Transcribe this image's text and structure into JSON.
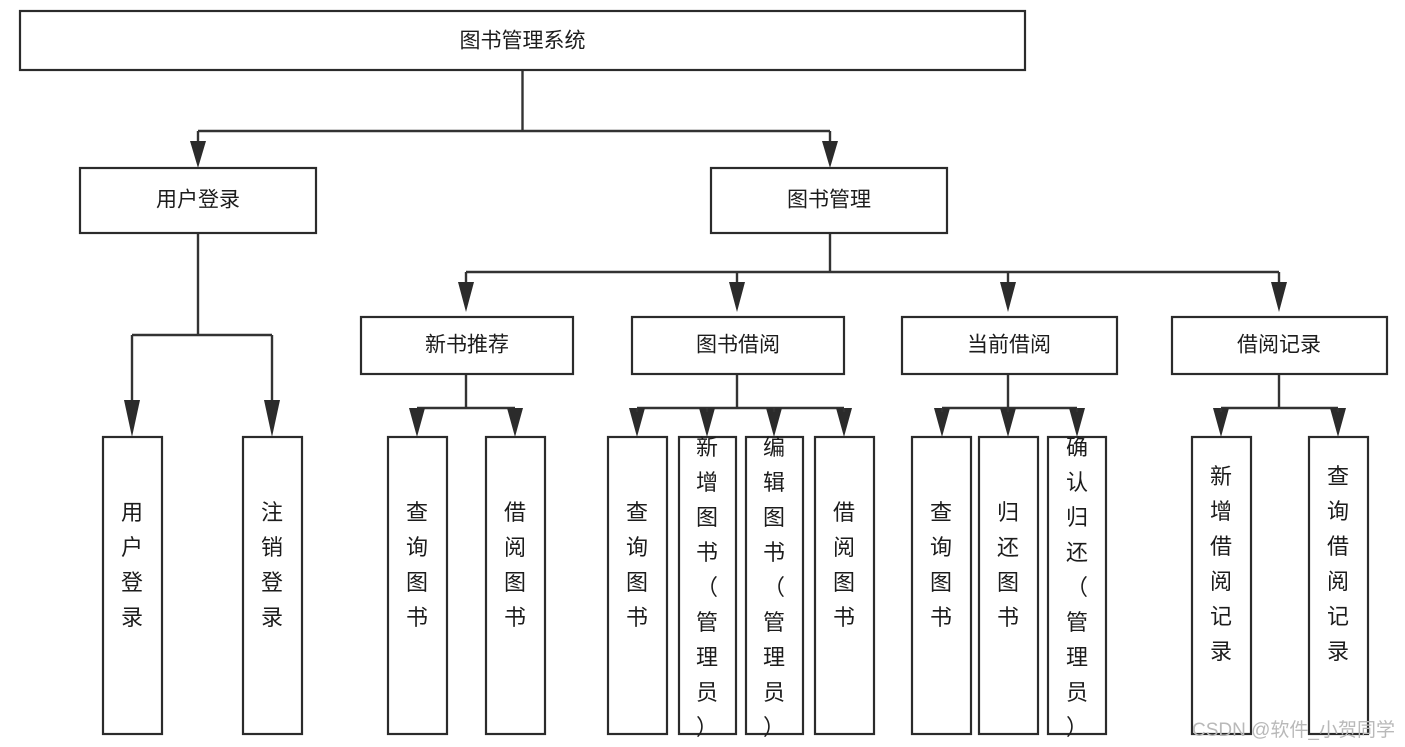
{
  "diagram": {
    "type": "tree",
    "title": "图书管理系统",
    "watermark": "CSDN @软件_小贺同学",
    "nodes": {
      "root": {
        "label": "图书管理系统"
      },
      "l2": [
        {
          "id": "user-login",
          "label": "用户登录"
        },
        {
          "id": "book-manage",
          "label": "图书管理"
        }
      ],
      "l3": [
        {
          "id": "new-book-rec",
          "label": "新书推荐"
        },
        {
          "id": "book-borrow",
          "label": "图书借阅"
        },
        {
          "id": "current-borrow",
          "label": "当前借阅"
        },
        {
          "id": "borrow-record",
          "label": "借阅记录"
        }
      ],
      "leaves": [
        {
          "id": "leaf-user-login",
          "label": "用户登录"
        },
        {
          "id": "leaf-user-logout",
          "label": "注销登录"
        },
        {
          "id": "leaf-query-book-1",
          "label": "查询图书"
        },
        {
          "id": "leaf-borrow-book-1",
          "label": "借阅图书"
        },
        {
          "id": "leaf-query-book-2",
          "label": "查询图书"
        },
        {
          "id": "leaf-add-book",
          "label": "新增图书（管理员）"
        },
        {
          "id": "leaf-edit-book",
          "label": "编辑图书（管理员）"
        },
        {
          "id": "leaf-borrow-book-2",
          "label": "借阅图书"
        },
        {
          "id": "leaf-query-book-3",
          "label": "查询图书"
        },
        {
          "id": "leaf-return-book",
          "label": "归还图书"
        },
        {
          "id": "leaf-confirm-return",
          "label": "确认归还（管理员）"
        },
        {
          "id": "leaf-add-record",
          "label": "新增借阅记录"
        },
        {
          "id": "leaf-query-record",
          "label": "查询借阅记录"
        }
      ]
    },
    "colors": {
      "box_stroke": "#2b2b2b",
      "box_fill": "#ffffff",
      "connector": "#333333",
      "text": "#1c1c1c",
      "watermark": "#b9b9b9",
      "background": "#ffffff"
    }
  }
}
